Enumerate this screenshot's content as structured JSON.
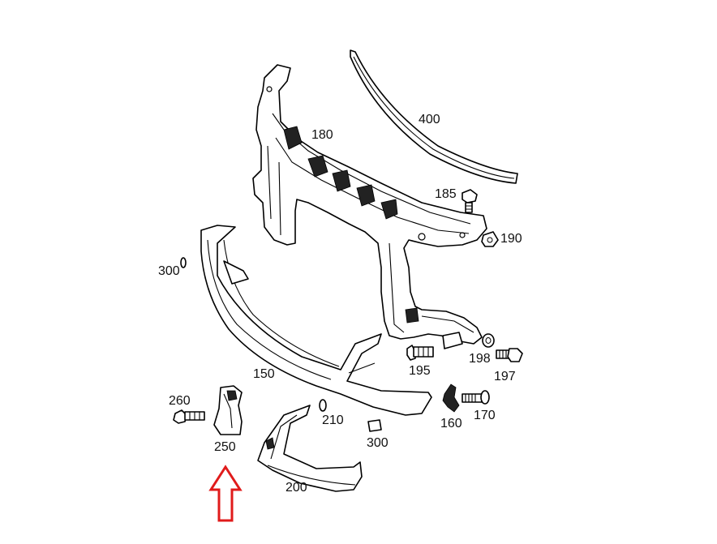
{
  "labels": {
    "p180": "180",
    "p400": "400",
    "p185": "185",
    "p190": "190",
    "p300a": "300",
    "p150": "150",
    "p195": "195",
    "p198": "198",
    "p197": "197",
    "p260": "260",
    "p210": "210",
    "p160": "160",
    "p170": "170",
    "p250": "250",
    "p300b": "300",
    "p200": "200"
  },
  "colors": {
    "line": "#000000",
    "background": "#ffffff",
    "arrow": "#e01b1b"
  },
  "icons": {
    "highlight": "red-up-arrow"
  }
}
